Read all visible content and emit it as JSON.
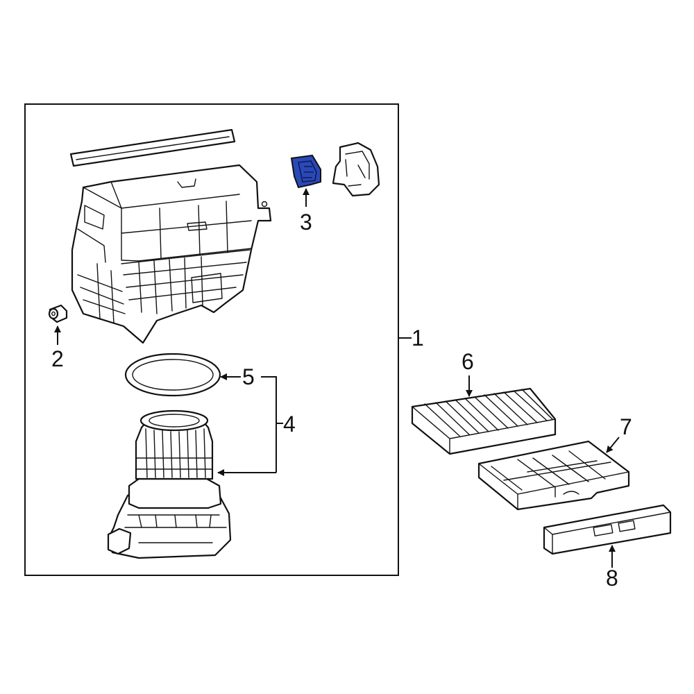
{
  "callouts": {
    "c1": "1",
    "c2": "2",
    "c3": "3",
    "c4": "4",
    "c5": "5",
    "c6": "6",
    "c7": "7",
    "c8": "8"
  },
  "highlight_color": "#2a49b8",
  "line_color": "#111111",
  "background_color": "#ffffff"
}
